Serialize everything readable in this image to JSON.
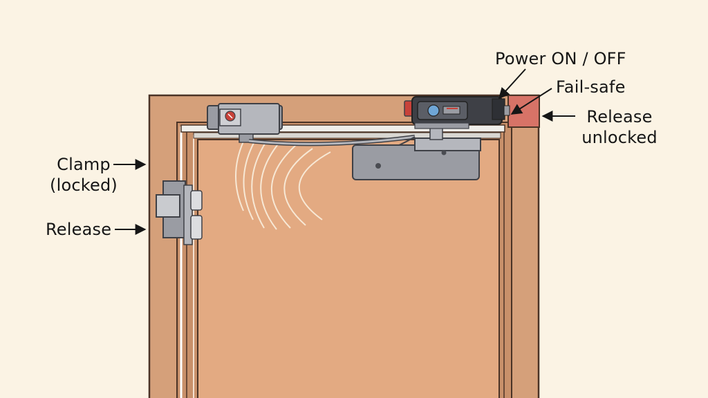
{
  "labels": {
    "power": "Power ON / OFF",
    "fail_safe": "Fail-safe",
    "release_right_1": "Release",
    "release_right_2": "unlocked",
    "clamp_1": "Clamp",
    "clamp_2": "(locked)",
    "release_left": "Release"
  },
  "colors": {
    "background": "#fbf3e4",
    "door": "#e3aa82",
    "frame": "#d5a07a",
    "outline": "#4a3326",
    "metal": "#9a9ca3",
    "metal_dark": "#3e4046",
    "accent_red": "#c8423a",
    "indicator_blue": "#6fa6d6",
    "text": "#161616"
  }
}
